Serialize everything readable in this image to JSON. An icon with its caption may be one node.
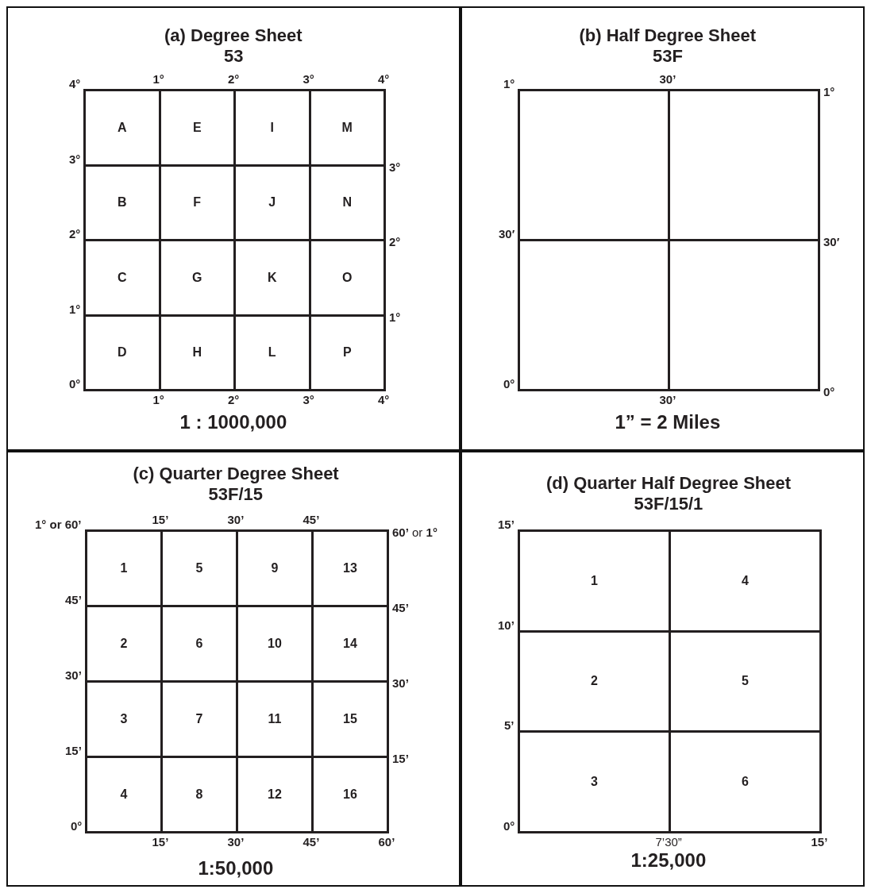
{
  "diagram": {
    "nodes": [
      {
        "text": [
          "(a) Degree Sheet",
          "53",
          "1 : 1000,000"
        ]
      },
      {
        "text": [
          "A"
        ],
        "in": 0
      },
      {
        "text": [
          "E"
        ],
        "in": 0
      },
      {
        "text": [
          "I"
        ],
        "in": 0
      },
      {
        "text": [
          "M"
        ],
        "in": 0
      },
      {
        "text": [
          "B"
        ],
        "in": 0
      },
      {
        "text": [
          "F"
        ],
        "in": 0
      },
      {
        "text": [
          "J"
        ],
        "in": 0
      },
      {
        "text": [
          "N"
        ],
        "in": 0
      },
      {
        "text": [
          "C"
        ],
        "in": 0
      },
      {
        "text": [
          "G"
        ],
        "in": 0
      },
      {
        "text": [
          "K"
        ],
        "in": 0
      },
      {
        "text": [
          "O"
        ],
        "in": 0
      },
      {
        "text": [
          "D"
        ],
        "in": 0
      },
      {
        "text": [
          "H"
        ],
        "in": 0
      },
      {
        "text": [
          "L"
        ],
        "in": 0
      },
      {
        "text": [
          "P"
        ],
        "in": 0
      },
      {
        "text": [
          "(b) Half Degree Sheet",
          "53F",
          "1” = 2 Miles"
        ]
      },
      {
        "text": [],
        "shape": "box",
        "in": 17
      },
      {
        "text": [],
        "shape": "box",
        "in": 17
      },
      {
        "text": [],
        "shape": "box",
        "in": 17
      },
      {
        "text": [],
        "shape": "box",
        "in": 17
      },
      {
        "text": [
          "(c) Quarter Degree Sheet",
          "53F/15",
          "1:50,000"
        ]
      },
      {
        "text": [
          "1"
        ],
        "in": 22
      },
      {
        "text": [
          "5"
        ],
        "in": 22
      },
      {
        "text": [
          "9"
        ],
        "in": 22
      },
      {
        "text": [
          "13"
        ],
        "in": 22
      },
      {
        "text": [
          "2"
        ],
        "in": 22
      },
      {
        "text": [
          "6"
        ],
        "in": 22
      },
      {
        "text": [
          "10"
        ],
        "in": 22
      },
      {
        "text": [
          "14"
        ],
        "in": 22
      },
      {
        "text": [
          "3"
        ],
        "in": 22
      },
      {
        "text": [
          "7"
        ],
        "in": 22
      },
      {
        "text": [
          "11"
        ],
        "in": 22
      },
      {
        "text": [
          "15"
        ],
        "in": 22
      },
      {
        "text": [
          "4"
        ],
        "in": 22
      },
      {
        "text": [
          "8"
        ],
        "in": 22
      },
      {
        "text": [
          "12"
        ],
        "in": 22
      },
      {
        "text": [
          "16"
        ],
        "in": 22
      },
      {
        "text": [
          "(d) Quarter Half Degree Sheet",
          "53F/15/1",
          "1:25,000"
        ]
      },
      {
        "text": [
          "1"
        ],
        "in": 39
      },
      {
        "text": [
          "4"
        ],
        "in": 39
      },
      {
        "text": [
          "2"
        ],
        "in": 39
      },
      {
        "text": [
          "5"
        ],
        "in": 39
      },
      {
        "text": [
          "3"
        ],
        "in": 39
      },
      {
        "text": [
          "6"
        ],
        "in": 39
      }
    ],
    "labels": [
      "1°",
      "2°",
      "3°",
      "4°",
      "4°",
      "3°",
      "3°",
      "2°",
      "2°",
      "1°",
      "1°",
      "0°",
      "1°",
      "2°",
      "3°",
      "4°",
      "30’",
      "1°",
      "1°",
      "30′",
      "30′",
      "0°",
      "0°",
      "30’",
      "15’",
      "30’",
      "45’",
      "1° or 60’",
      "**60’** or **1°**",
      "45’",
      "45’",
      "30’",
      "30’",
      "15’",
      "15’",
      "0°",
      "15’",
      "30’",
      "45’",
      "60’",
      "15’",
      "10’",
      "5’",
      "0°",
      "7’30”",
      "15’"
    ]
  }
}
